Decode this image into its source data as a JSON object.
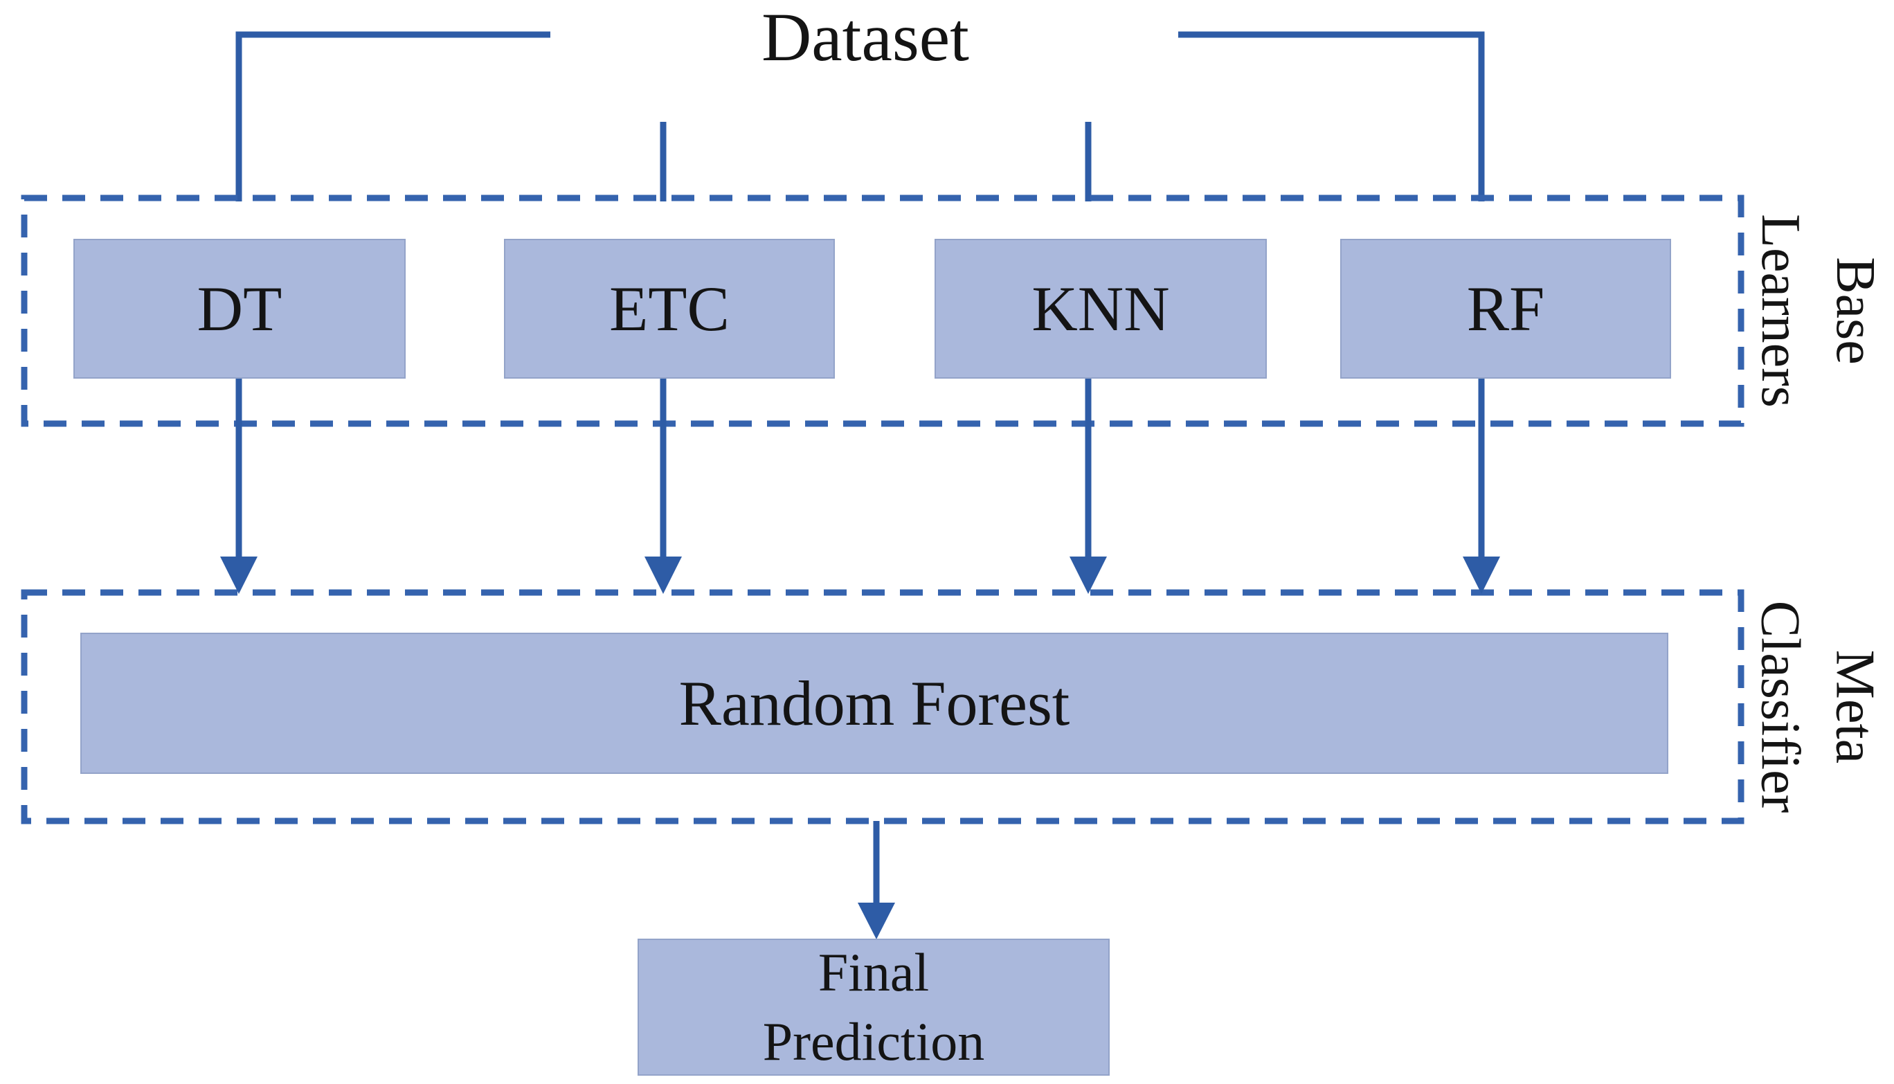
{
  "diagram": {
    "title_label": "Dataset",
    "base_learners": {
      "group_label": "Base\nLearners",
      "items": [
        {
          "label": "DT"
        },
        {
          "label": "ETC"
        },
        {
          "label": "KNN"
        },
        {
          "label": "RF"
        }
      ]
    },
    "meta_classifier": {
      "group_label": "Meta\nClassifier",
      "model_label": "Random Forest"
    },
    "final_prediction_label": "Final\nPrediction",
    "colors": {
      "line_color": "#2e5ca6",
      "dash_color": "#3563ae",
      "box_fill": "#aab8dc",
      "box_border": "#93a3c9",
      "text_color": "#141414",
      "bg_color": "#ffffff"
    }
  }
}
